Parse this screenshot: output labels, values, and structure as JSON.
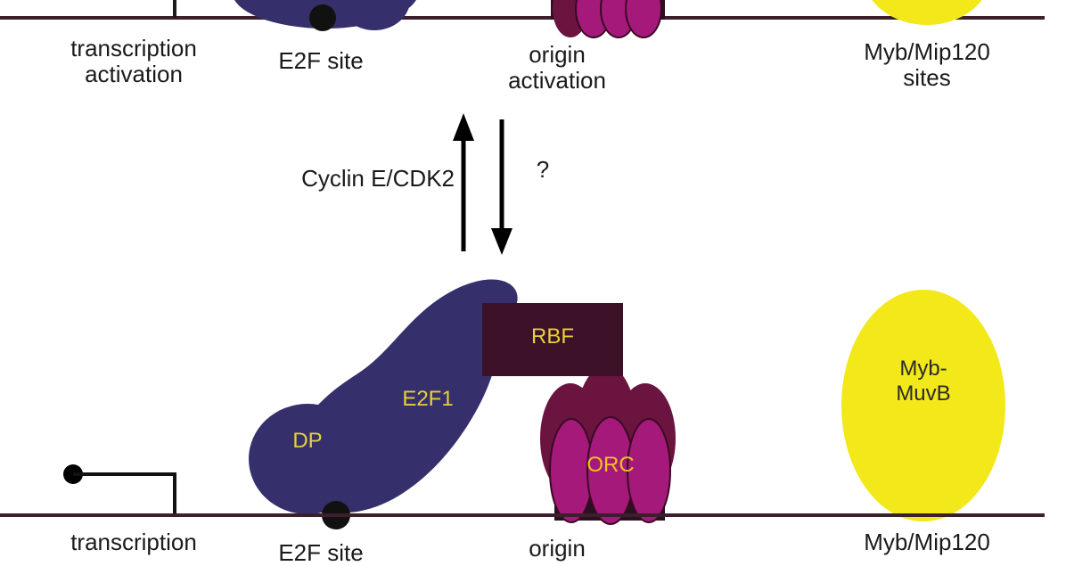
{
  "top_panel": {
    "labels": {
      "transcription": "transcription",
      "activation": "activation",
      "e2f_site": "E2F site",
      "origin": "origin",
      "origin_activation": "activation",
      "mybmip": "Myb/Mip120",
      "sites": "sites"
    }
  },
  "middle": {
    "forward_label": "Cyclin E/CDK2",
    "reverse_label": "?"
  },
  "bottom_panel": {
    "proteins": {
      "dp": "DP",
      "e2f1": "E2F1",
      "rbf": "RBF",
      "orc": "ORC",
      "myb_line1": "Myb-",
      "myb_line2": "MuvB"
    },
    "labels": {
      "transcription": "transcription",
      "e2f_site": "E2F site",
      "origin": "origin",
      "mybmip": "Myb/Mip120"
    }
  },
  "colors": {
    "dna_line": "#3b1f2b",
    "e2f_complex": "#35306b",
    "rbf_box": "#3d1128",
    "orc_outer": "#6b1440",
    "orc_inner": "#a5197a",
    "myb_yellow": "#f2e81a",
    "protein_text": "#e8cf3a",
    "orc_text": "#f0c020"
  }
}
